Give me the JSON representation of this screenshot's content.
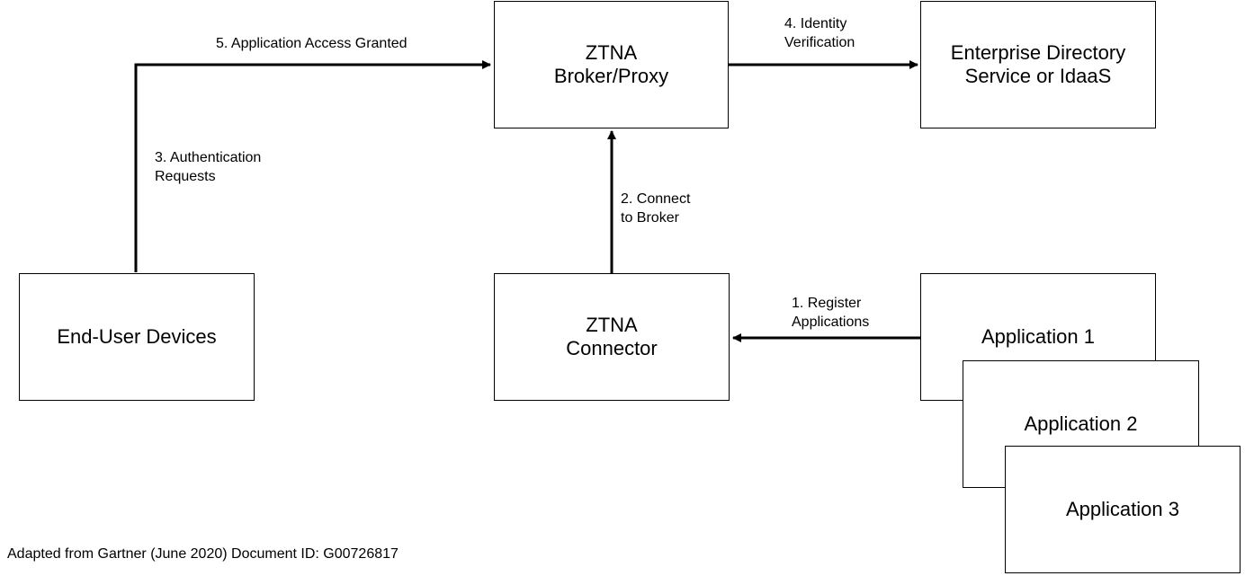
{
  "nodes": {
    "broker": "ZTNA\nBroker/Proxy",
    "directory": "Enterprise Directory\nService or IdaaS",
    "devices": "End-User Devices",
    "connector": "ZTNA\nConnector",
    "app1": "Application 1",
    "app2": "Application 2",
    "app3": "Application 3"
  },
  "edges": {
    "register": "1. Register\nApplications",
    "connect": "2. Connect\nto Broker",
    "auth": "3. Authentication\nRequests",
    "identity": "4. Identity\nVerification",
    "granted": "5. Application Access Granted"
  },
  "caption": "Adapted from Gartner (June 2020) Document ID: G00726817"
}
